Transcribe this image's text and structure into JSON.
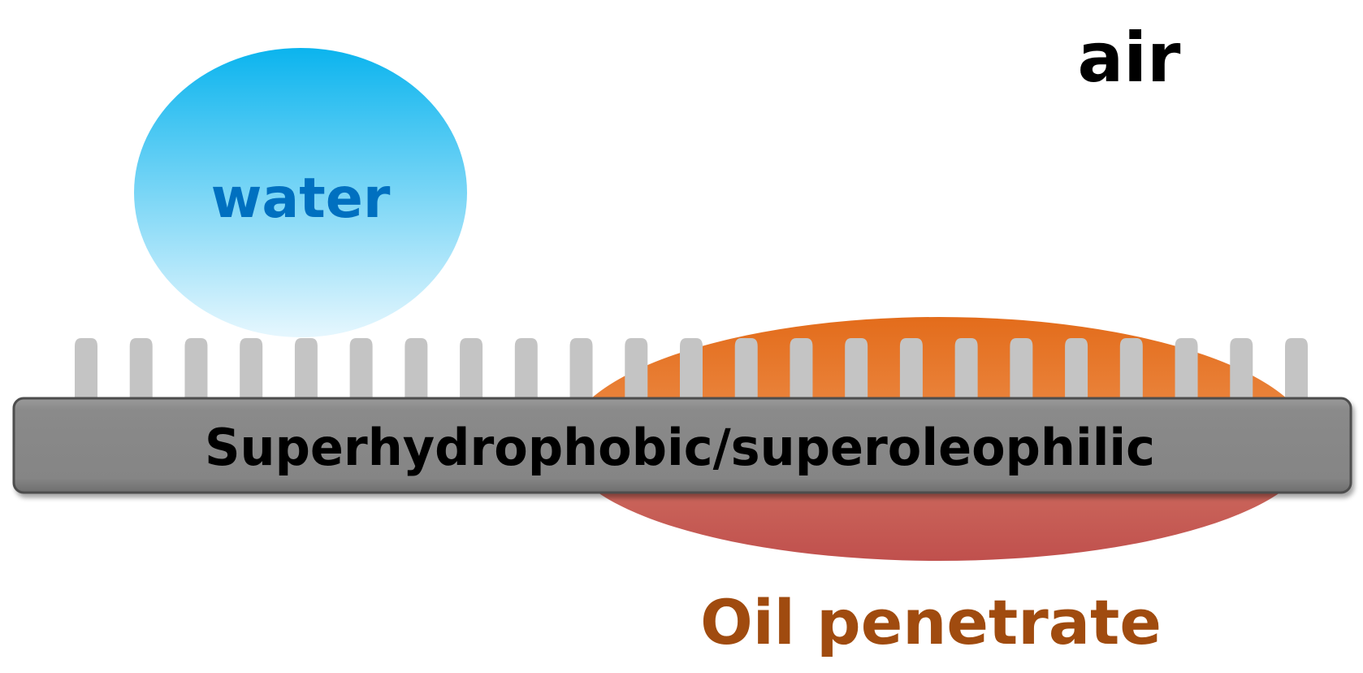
{
  "labels": {
    "medium": "air",
    "droplet": "water",
    "membrane": "Superhydrophobic/superoleophilic",
    "oil_behavior": "Oil penetrate"
  },
  "colors": {
    "air_text": "#000000",
    "water_text": "#0070C0",
    "water_top": "#0BB4EE",
    "water_bottom": "#E6F7FE",
    "oil_top": "#E36C1B",
    "oil_mid": "#F7B07A",
    "oil_bottom": "#C0504D",
    "oil_text": "#A04B0F",
    "membrane_fill": "#868686",
    "membrane_edge": "#4D4D4D",
    "pillar": "#C4C4C4",
    "membrane_text": "#000000"
  },
  "pillar_count": 23
}
